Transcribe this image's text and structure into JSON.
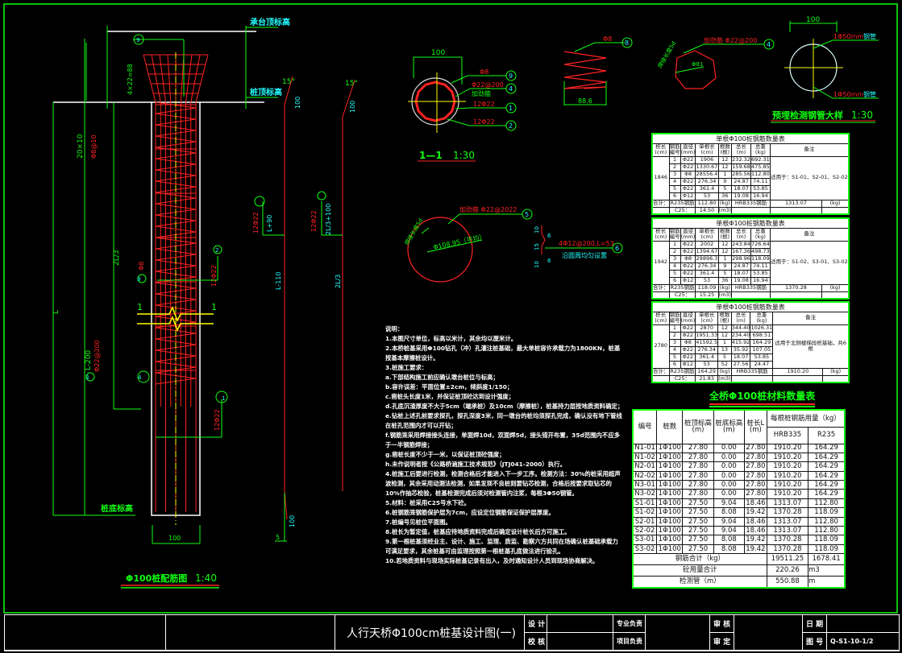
{
  "pile_elevation": {
    "cap_top_label": "承台顶标高",
    "pile_top_label": "桩顶标高",
    "pile_bottom_label": "桩底标高",
    "title": "Φ100桩配筋图",
    "scale": "1:40",
    "dims": {
      "L": "L",
      "L_200": "L-200",
      "two_thirds": "2L/3",
      "spacing_top": "4×22=88",
      "spacing_20": "20×10",
      "small5": "5",
      "width100": "100",
      "five_b": "5"
    },
    "rebar_labels": {
      "r3": "Φ8@10",
      "r4": "Φ22@200",
      "r9": "Φ8",
      "r2": "12Φ22",
      "r1": "12Φ22"
    },
    "marks": [
      "1",
      "2",
      "3",
      "4",
      "5",
      "9"
    ],
    "section_mark": "1",
    "bar1": {
      "len": "L+90",
      "label": "12Φ22",
      "total": "L-110",
      "angle": "15°",
      "hook": "100",
      "bottom_hook": "100",
      "bottom5": "5"
    },
    "bar2": {
      "len": "2L/3+100",
      "label": "12Φ22",
      "total": "2L/3",
      "angle": "15°",
      "hook": "100"
    }
  },
  "section_1_1": {
    "title": "1—1",
    "scale": "1:30",
    "dim": "100",
    "labels": [
      {
        "text": "Φ8",
        "mark": "9"
      },
      {
        "text": "Φ22@200",
        "sub": "加劲箍",
        "mark": "4"
      },
      {
        "text": "12Φ22",
        "mark": "1"
      },
      {
        "text": "12Φ22",
        "mark": "2"
      }
    ]
  },
  "spiral": {
    "label": "Φ8",
    "mark": "8",
    "dim": "88.6"
  },
  "stiffener": {
    "label": "加劲筋 Φ22@200",
    "mark": "4",
    "side": "焊接长度5d",
    "dia": "Φ81"
  },
  "ring_detail": {
    "label": "加劲箍 Φ22@2022",
    "mark": "5",
    "dia": "Φ108.95（平均）",
    "side": "焊接长度5d"
  },
  "spacer": {
    "label": "4Φ12@200,L=53",
    "sub": "沿圆周均匀设置",
    "mark": "6",
    "d1": "10",
    "d2": "15",
    "d3": "10",
    "d4": "6",
    "d5": "6"
  },
  "pipe_detail": {
    "title": "预埋检测钢管大样",
    "scale": "1:30",
    "dim": "100",
    "top": "1Φ50mm",
    "top_sub": "钢管",
    "bottom": "1Φ50mm",
    "bottom_sub": "钢管"
  },
  "single_tables": [
    {
      "title": "单根Φ100桩钢筋数量表",
      "pile_len": "1846",
      "headers": [
        "桩长\n(cm)",
        "钢筋\n编号",
        "直径\n(mm)",
        "单根长\n(cm)",
        "根数\n(根)",
        "总长\n(m)",
        "总重\n(kg)",
        "备注"
      ],
      "rows": [
        [
          "1",
          "Φ22",
          "1906",
          "12",
          "232.32",
          "692.31"
        ],
        [
          "2",
          "Φ22",
          "1330.67",
          "12",
          "159.68",
          "475.85"
        ],
        [
          "3",
          "Φ8",
          "28556.4",
          "1",
          "285.56",
          "112.80"
        ],
        [
          "4",
          "Φ22",
          "276.34",
          "9",
          "24.87",
          "74.11"
        ],
        [
          "5",
          "Φ22",
          "361.4",
          "5",
          "18.07",
          "53.85"
        ],
        [
          "6",
          "Φ12",
          "53",
          "36",
          "19.08",
          "16.94"
        ]
      ],
      "remark": "适用于：S1-01、S2-01、S2-02",
      "total_label": "合计：",
      "r235_label": "R235钢筋",
      "r235": "112.80",
      "kg": "(kg)",
      "hrb_label": "HRB335钢筋",
      "hrb": "1313.07",
      "c25_label": "C25：",
      "c25": "14.50",
      "m3": "(m3)"
    },
    {
      "title": "单根Φ100桩钢筋数量表",
      "pile_len": "1942",
      "headers": [
        "桩长\n(cm)",
        "钢筋\n编号",
        "直径\n(mm)",
        "单根长\n(cm)",
        "根数\n(根)",
        "总长\n(m)",
        "总重\n(kg)",
        "备注"
      ],
      "rows": [
        [
          "1",
          "Φ22",
          "2002",
          "12",
          "243.84",
          "726.64"
        ],
        [
          "2",
          "Φ22",
          "1394.67",
          "12",
          "167.36",
          "498.73"
        ],
        [
          "3",
          "Φ8",
          "29896.3",
          "1",
          "298.96",
          "118.09"
        ],
        [
          "4",
          "Φ22",
          "276.34",
          "9",
          "24.87",
          "74.11"
        ],
        [
          "5",
          "Φ22",
          "361.4",
          "5",
          "18.07",
          "53.85"
        ],
        [
          "6",
          "Φ12",
          "53",
          "36",
          "19.08",
          "16.94"
        ]
      ],
      "remark": "适用于：S1-02、S3-01、S3-02",
      "total_label": "合计：",
      "r235_label": "R235钢筋",
      "r235": "118.09",
      "kg": "(kg)",
      "hrb_label": "HRB335钢筋",
      "hrb": "1370.28",
      "c25_label": "C25：",
      "c25": "15.25",
      "m3": "(m3)"
    },
    {
      "title": "单根Φ100桩钢筋数量表",
      "pile_len": "2780",
      "headers": [
        "桩长\n(cm)",
        "钢筋\n编号",
        "直径\n(mm)",
        "单根长\n(cm)",
        "根数\n(根)",
        "总长\n(m)",
        "总重\n(kg)",
        "备注"
      ],
      "rows": [
        [
          "1",
          "Φ22",
          "2870",
          "12",
          "344.40",
          "1026.31"
        ],
        [
          "2",
          "Φ22",
          "1951.33",
          "12",
          "234.40",
          "698.51"
        ],
        [
          "3",
          "Φ8",
          "41592.5",
          "1",
          "415.92",
          "164.29"
        ],
        [
          "4",
          "Φ22",
          "276.34",
          "13",
          "35.92",
          "107.05"
        ],
        [
          "5",
          "Φ22",
          "361.4",
          "5",
          "18.07",
          "53.85"
        ],
        [
          "6",
          "Φ12",
          "53",
          "52",
          "27.56",
          "24.47"
        ]
      ],
      "remark": "适用于北侧楼梯段桩基础，共6根",
      "total_label": "合计：",
      "r235_label": "R235钢筋",
      "r235": "164.29",
      "kg": "(kg)",
      "hrb_label": "HRB335钢筋",
      "hrb": "1910.20",
      "c25_label": "C25：",
      "c25": "21.83",
      "m3": "(m3)"
    }
  ],
  "summary": {
    "title": "全桥Φ100桩材料数量表",
    "headers": {
      "id": "编号",
      "count": "桩数",
      "top": "桩顶标高\n(m)",
      "bottom": "桩底标高\n(m)",
      "length": "桩长L\n(m)",
      "steel": "每根桩钢筋用量（kg）",
      "hrb": "HRB335",
      "r235": "R235"
    },
    "rows": [
      [
        "N1-01",
        "1Φ100",
        "27.80",
        "0.00",
        "27.80",
        "1910.20",
        "164.29"
      ],
      [
        "N1-02",
        "1Φ100",
        "27.80",
        "0.00",
        "27.80",
        "1910.20",
        "164.29"
      ],
      [
        "N2-01",
        "1Φ100",
        "27.80",
        "0.00",
        "27.80",
        "1910.20",
        "164.29"
      ],
      [
        "N2-02",
        "1Φ100",
        "27.80",
        "0.00",
        "27.80",
        "1910.20",
        "164.29"
      ],
      [
        "N3-01",
        "1Φ100",
        "27.80",
        "0.00",
        "27.80",
        "1910.20",
        "164.29"
      ],
      [
        "N3-02",
        "1Φ100",
        "27.80",
        "0.00",
        "27.80",
        "1910.20",
        "164.29"
      ],
      [
        "S1-01",
        "1Φ100",
        "27.50",
        "9.04",
        "18.46",
        "1313.07",
        "112.80"
      ],
      [
        "S1-02",
        "1Φ100",
        "27.50",
        "8.08",
        "19.42",
        "1370.28",
        "118.09"
      ],
      [
        "S2-01",
        "1Φ100",
        "27.50",
        "9.04",
        "18.46",
        "1313.07",
        "112.80"
      ],
      [
        "S2-02",
        "1Φ100",
        "27.50",
        "9.04",
        "18.46",
        "1313.07",
        "112.80"
      ],
      [
        "S3-01",
        "1Φ100",
        "27.50",
        "8.08",
        "19.42",
        "1370.28",
        "118.09"
      ],
      [
        "S3-02",
        "1Φ100",
        "27.50",
        "8.08",
        "19.42",
        "1370.28",
        "118.09"
      ]
    ],
    "steel_total_label": "钢筋合计（kg）",
    "steel_total_hrb": "19511.25",
    "steel_total_r235": "1678.41",
    "concrete_label": "砼用量合计",
    "concrete": "220.26",
    "concrete_unit": "m3",
    "pipe_label": "检测管（m）",
    "pipe": "550.88",
    "pipe_unit": "m"
  },
  "notes": [
    "说明：",
    "1.本图尺寸单位，标高以米计，其余均以厘米计。",
    "2.本桥桩基采用Φ100钻孔（冲）孔灌注桩基础，最大单桩容许承载力为1800KN，桩基按基本摩擦桩设计。",
    "3.桩施工要求：",
    "a.下部结构施工前应确认墩台桩位与标高；",
    "b.容许误差：平面位置±2cm，倾斜度1/150；",
    "c.凿桩头长度1米，并保证桩顶砼达到设计强度；",
    "d.孔底沉渣厚度不大于5cm（端承桩）及10cm（摩擦桩），桩基持力层按地质资料确定；",
    "e.钻桩上述孔前要求探孔，探孔深度3米，同一墩台的桩均须探孔完成，确认没有地下管线在桩孔范围内才可以开钻；",
    "f.钢筋笼采用焊接接头连接，单面焊10d，双面焊5d，接头错开布置，35d范围内不应多于一半钢筋焊接；",
    "g.凿桩长度不少于一米，以保证桩顶砼强度；",
    "h.未作说明者按《公路桥涵施工技术规范》（JTJ041-2000）执行。",
    "4.桩施工后要进行检测，检测合格后才能进入下一步工序。检测方法：30%的桩采用超声波检测，其余采用动测法检测，如果发现不良桩则要钻芯检测，合格后按要求取钻芯的10%作抽芯检验，桩基检测完成后须对检测管内注浆，每根3Φ50钢管。",
    "5.材料：桩采用C25号水下砼。",
    "6.桩钢筋笼钢筋保护层为7cm，应设定位钢筋保证保护层厚度。",
    "7.桩编号见桩位平面图。",
    "8.桩长为暂定值，桩基应待地质资料完成后确定设计桩长后方可施工。",
    "9.第一根桩基须经业主、设计、施工、监理、质监、勘察六方共同在场确认桩基础承载力可满足要求，其余桩基可由监理按照第一根桩基孔底做法进行验孔。",
    "10.若地质资料与现场实际桩基记录有出入，及时通知设计人员到现场协商解决。"
  ],
  "title_block": {
    "drawing_title": "人行天桥Φ100cm桩基设计图(一)",
    "design": "设 计",
    "check": "校 核",
    "major": "专业负责",
    "project": "项目负责",
    "review": "审 核",
    "approve": "审 定",
    "date": "日 期",
    "drawing_no_label": "图 号",
    "drawing_no": "Q-S1-10-1/2"
  },
  "colors": {
    "green": "#22ff22",
    "red": "#ff2020",
    "cyan": "#22ffff",
    "yellow": "#ffff00",
    "white": "#ffffff"
  }
}
